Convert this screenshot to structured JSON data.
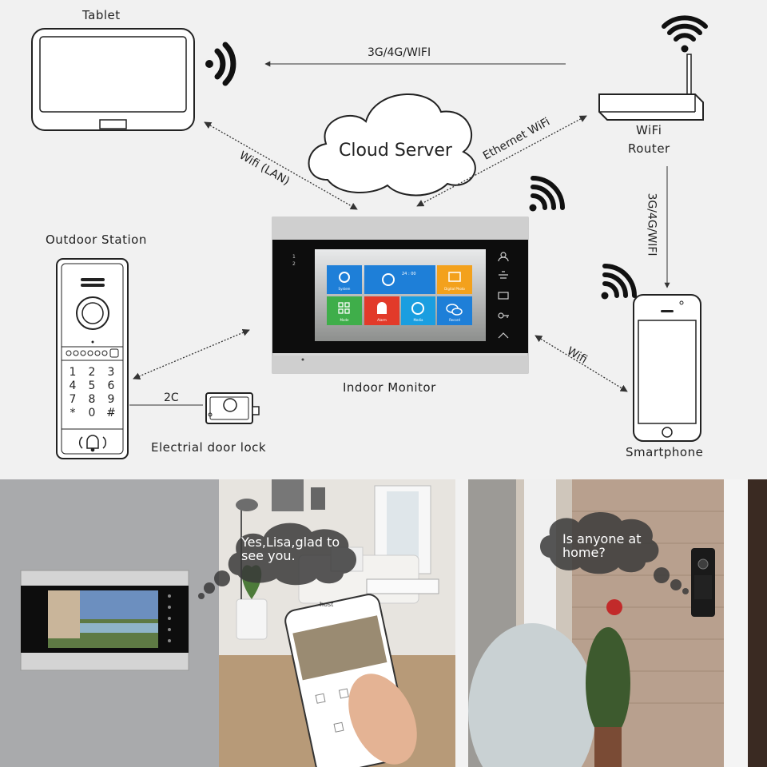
{
  "nodes": {
    "tablet": "Tablet",
    "router_line1": "WiFi",
    "router_line2": "Router",
    "cloud": "Cloud Server",
    "outdoor_station": "Outdoor Station",
    "indoor_monitor": "Indoor Monitor",
    "door_lock": "Electrial door lock",
    "smartphone": "Smartphone"
  },
  "connections": {
    "router_to_tablet": "3G/4G/WIFI",
    "router_to_phone": "3G/4G/WIFI",
    "router_to_monitor": "Ethernet WiFi",
    "monitor_to_tablet": "Wifi (LAN)",
    "monitor_to_phone": "Wifi",
    "station_to_lock": "2C"
  },
  "keypad": [
    "1",
    "2",
    "3",
    "4",
    "5",
    "6",
    "7",
    "8",
    "9",
    "*",
    "0",
    "#"
  ],
  "monitor_screen": {
    "tiles": [
      "System",
      "24 : 00",
      "Digital Photo",
      "Mode",
      "Alarm",
      "Media",
      "Record"
    ],
    "side_numbers": [
      "1",
      "2"
    ]
  },
  "scene": {
    "indoor_reply": "Yes,Lisa,glad to see you.",
    "visitor_question": "Is anyone at home?",
    "app_label": "host"
  },
  "colors": {
    "tile_blue": "#1e7fd8",
    "tile_orange": "#f3a11c",
    "tile_green": "#3fae4a",
    "tile_red": "#e23a2a",
    "tile_cyan": "#1a9ee0"
  }
}
